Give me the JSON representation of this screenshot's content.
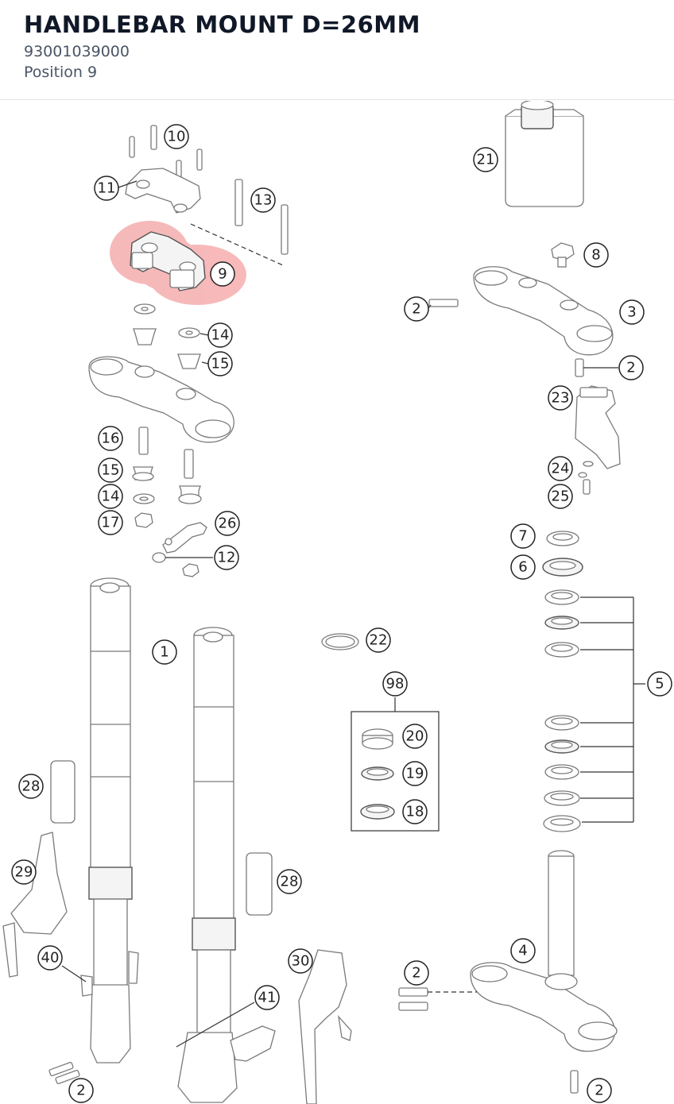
{
  "header": {
    "title": "HANDLEBAR MOUNT D=26MM",
    "part_number": "93001039000",
    "position": "Position 9"
  },
  "diagram": {
    "highlight_color": "#f08080",
    "callouts": {
      "c10": "10",
      "c11": "11",
      "c13": "13",
      "c9": "9",
      "c14a": "14",
      "c15a": "15",
      "c16": "16",
      "c15b": "15",
      "c14b": "14",
      "c17": "17",
      "c26": "26",
      "c12": "12",
      "c21": "21",
      "c8": "8",
      "c2a": "2",
      "c3": "3",
      "c2b": "2",
      "c23": "23",
      "c24": "24",
      "c25": "25",
      "c7": "7",
      "c6": "6",
      "c5": "5",
      "c22": "22",
      "c98": "98",
      "c20": "20",
      "c19": "19",
      "c18": "18",
      "c1": "1",
      "c28a": "28",
      "c29": "29",
      "c28b": "28",
      "c40": "40",
      "c30": "30",
      "c41": "41",
      "c2c": "2",
      "c4": "4",
      "c2d": "2",
      "c2e": "2"
    }
  }
}
